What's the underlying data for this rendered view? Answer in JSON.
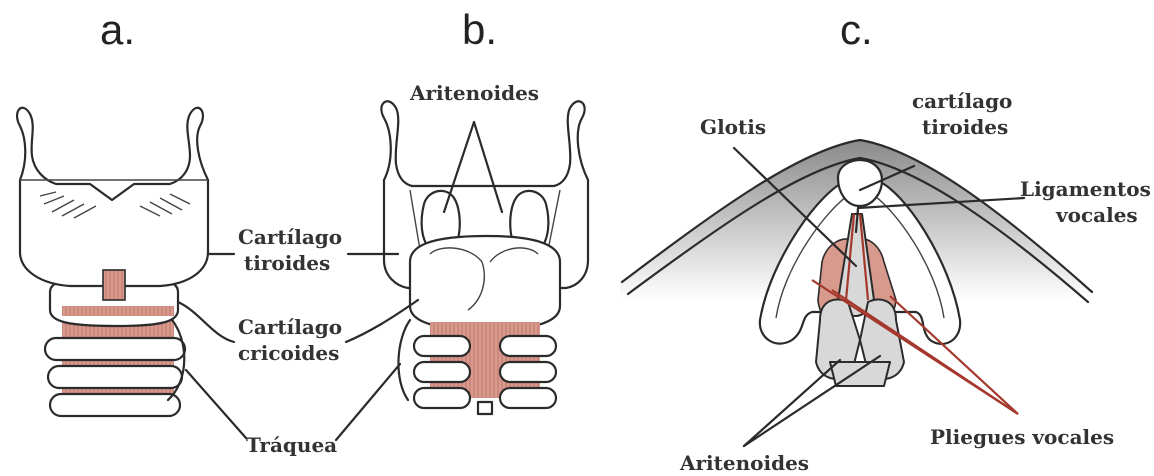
{
  "panels": {
    "a": {
      "letter": "a."
    },
    "b": {
      "letter": "b."
    },
    "c": {
      "letter": "c."
    }
  },
  "labels": {
    "b_aritenoides": "Aritenoides",
    "tiroides_1": "Cartílago",
    "tiroides_2": "tiroides",
    "cricoides_1": "Cartílago",
    "cricoides_2": "cricoides",
    "traquea": "Tráquea",
    "glotis": "Glotis",
    "c_tiroides_1": "cartílago",
    "c_tiroides_2": "tiroides",
    "ligamentos_1": "Ligamentos",
    "ligamentos_2": "vocales",
    "pliegues": "Pliegues vocales",
    "c_aritenoides": "Aritenoides"
  },
  "colors": {
    "outline": "#2b2b2b",
    "muscle": "#d99a8e",
    "ligament_red": "#a5382c",
    "tissue_gray": "#8c8c8c"
  }
}
